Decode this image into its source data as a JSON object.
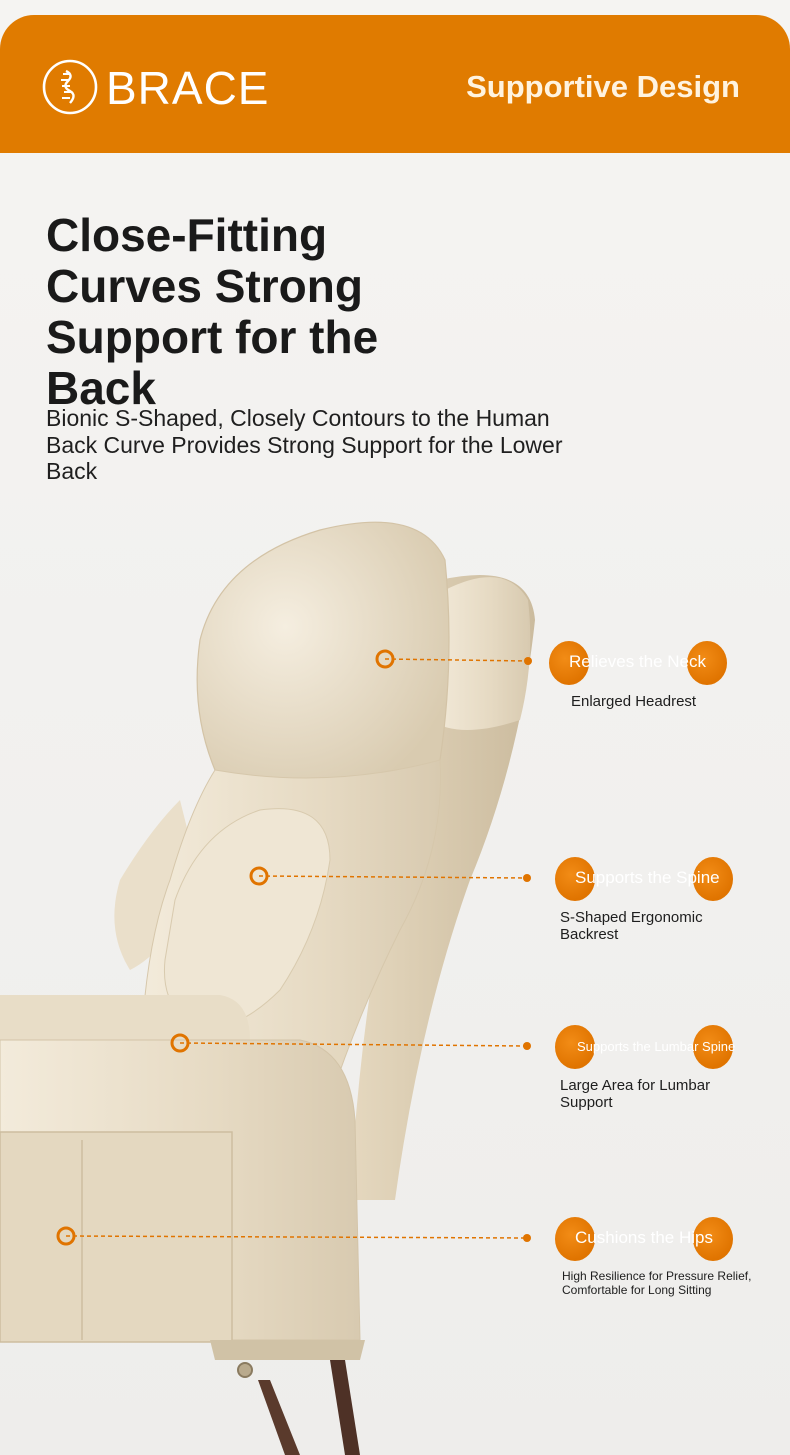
{
  "header": {
    "brand": "BRACE",
    "title": "Supportive Design",
    "logo_icon": "spine-logo-icon"
  },
  "hero": {
    "headline": "Close-Fitting Curves Strong Support for the Back",
    "subheadline": "Bionic S-Shaped, Closely Contours to the Human Back Curve Provides Strong Support for the Lower Back"
  },
  "callouts": [
    {
      "label": "Relieves the Neck",
      "description": "Enlarged Headrest"
    },
    {
      "label": "Supports the Spine",
      "description": "S-Shaped Ergonomic Backrest"
    },
    {
      "label": "Supports the Lumbar Spine",
      "description": "Large Area for Lumbar Support"
    },
    {
      "label": "Cushions the Hips",
      "description": "High Resilience for Pressure Relief, Comfortable for Long Sitting"
    }
  ],
  "colors": {
    "accent": "#e07b00",
    "text_dark": "#1a1a1a",
    "chair_leather": "#e9dfcb",
    "chair_leg": "#5a3a2c"
  }
}
